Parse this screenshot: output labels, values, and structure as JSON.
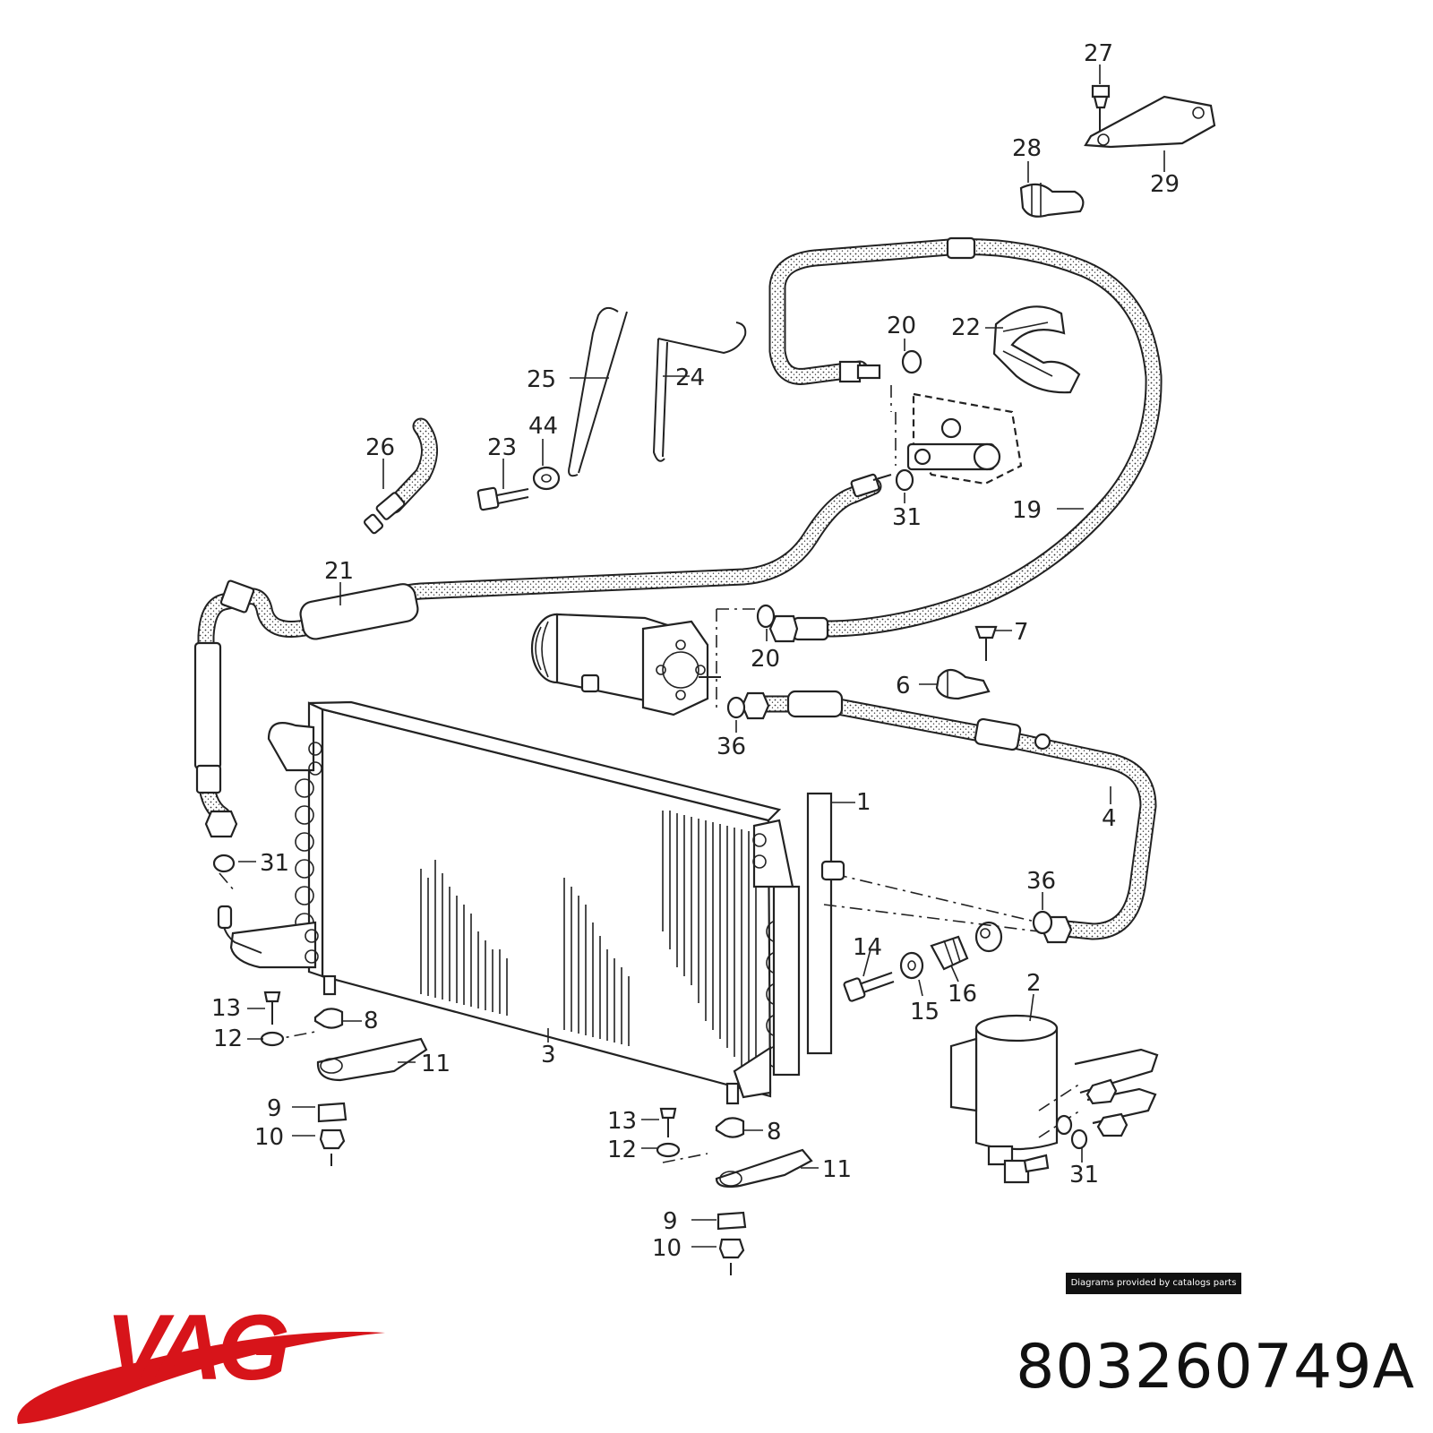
{
  "callouts": [
    "27",
    "28",
    "29",
    "20",
    "22",
    "25",
    "24",
    "26",
    "23",
    "44",
    "31",
    "19",
    "21",
    "7",
    "20",
    "6",
    "36",
    "1",
    "4",
    "31",
    "36",
    "14",
    "16",
    "15",
    "2",
    "13",
    "8",
    "12",
    "11",
    "3",
    "9",
    "10",
    "13",
    "8",
    "12",
    "11",
    "9",
    "10",
    "31"
  ],
  "footer": {
    "credit": "Diagrams provided by catalogs parts",
    "brand": "VAG",
    "part_number": "803260749A"
  },
  "colors": {
    "brand": "#d7141a",
    "ink": "#222222"
  }
}
